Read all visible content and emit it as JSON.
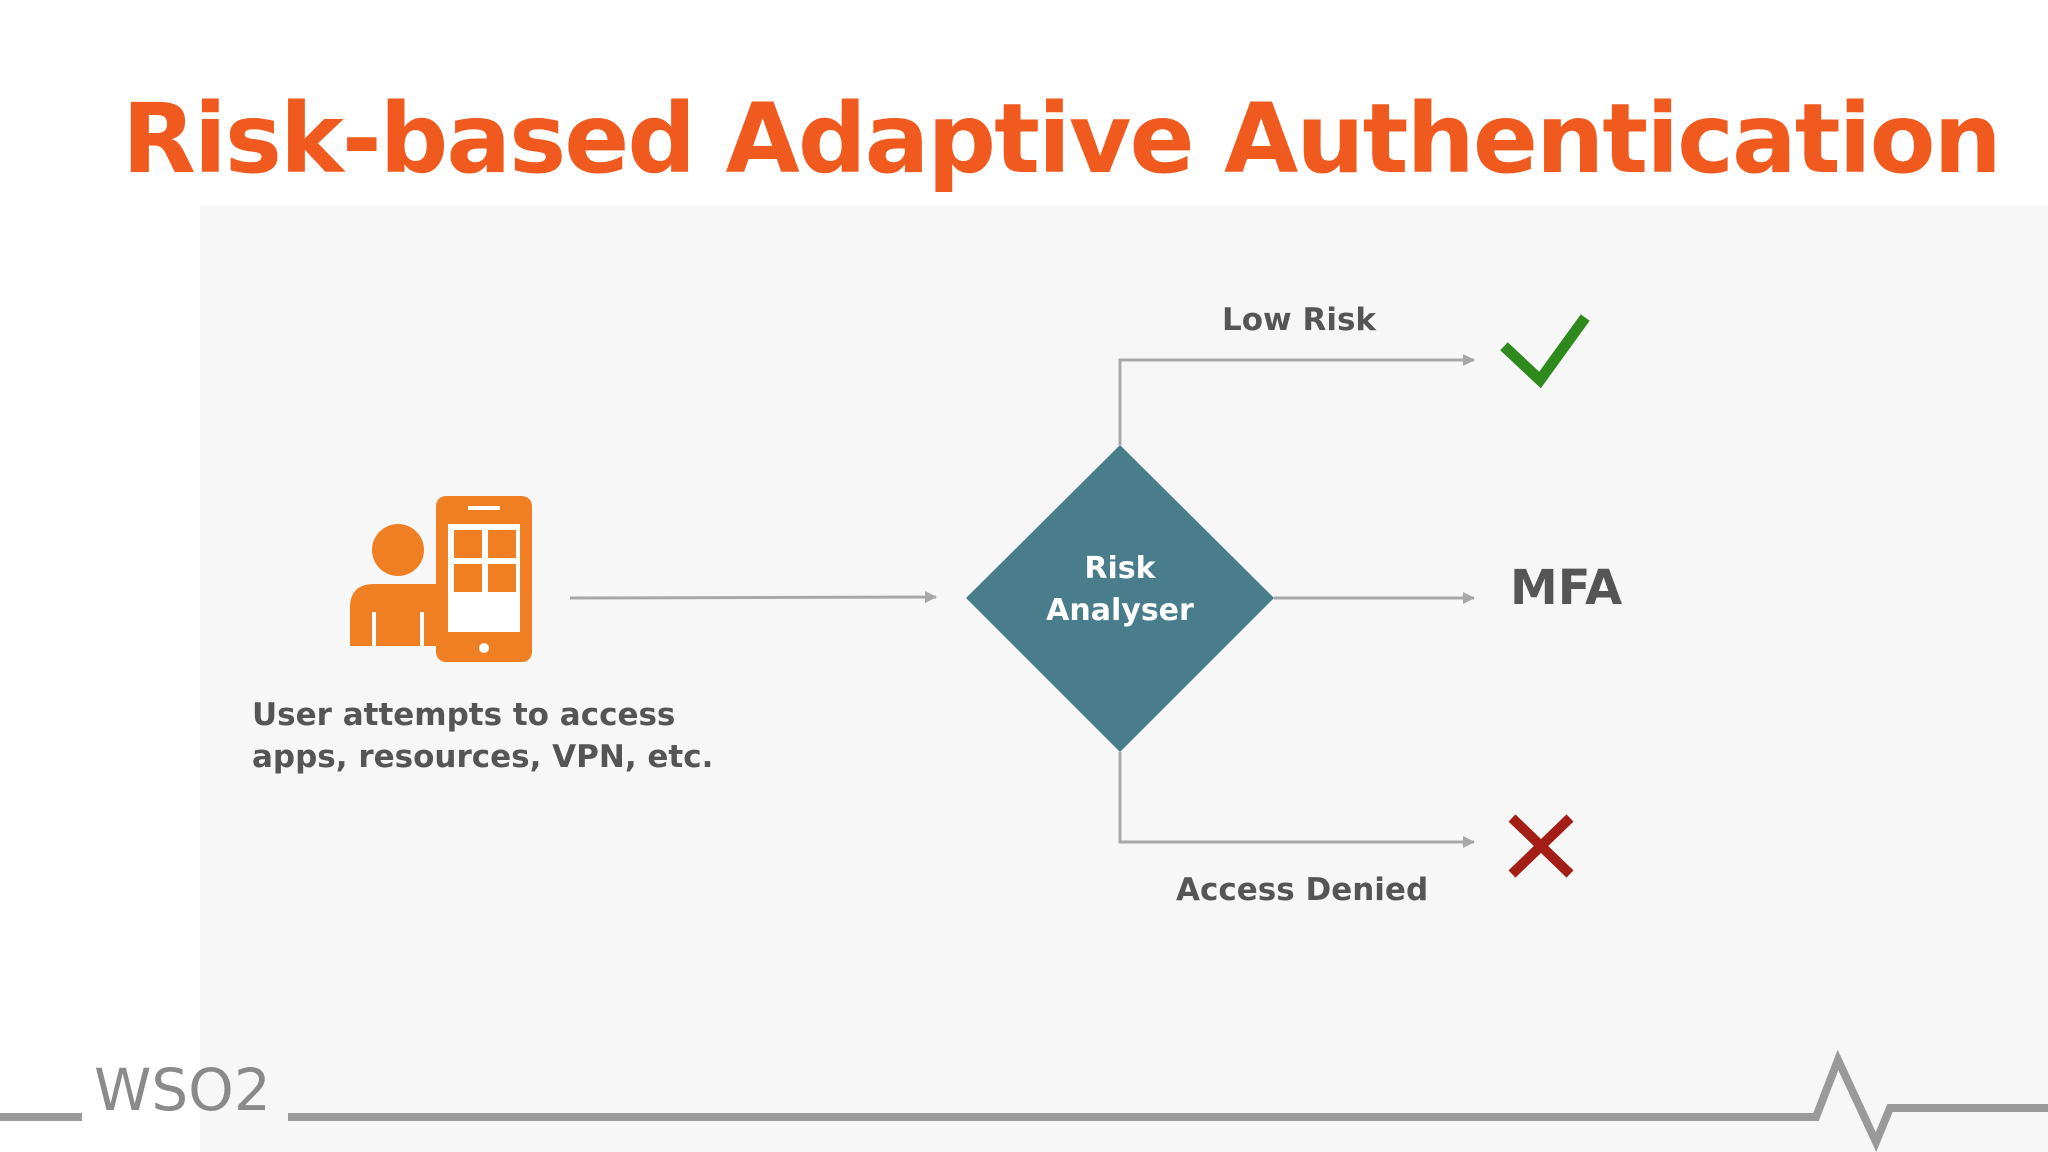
{
  "slide": {
    "title": "Risk-based Adaptive Authentication",
    "colors": {
      "title": "#f15a1e",
      "user_icon": "#f07f23",
      "diamond": "#4a7d8c",
      "connector": "#a8a8a8",
      "text": "#555555",
      "check": "#2f8a1e",
      "cross": "#a31e16",
      "footer_line": "#9a9a9a"
    }
  },
  "diagram": {
    "user_caption_line1": "User attempts to access",
    "user_caption_line2": "apps, resources, VPN, etc.",
    "user_icon": "user-with-mobile-app-icon",
    "decision_line1": "Risk",
    "decision_line2": "Analyser",
    "branches": {
      "low_risk_label": "Low Risk",
      "low_risk_icon": "checkmark-icon",
      "medium_outcome": "MFA",
      "denied_label": "Access Denied",
      "denied_icon": "cross-icon"
    }
  },
  "footer": {
    "logo_text": "WSO2",
    "logo_icon": "wso2-logo-icon",
    "pulse_icon": "heartbeat-pulse-icon"
  }
}
